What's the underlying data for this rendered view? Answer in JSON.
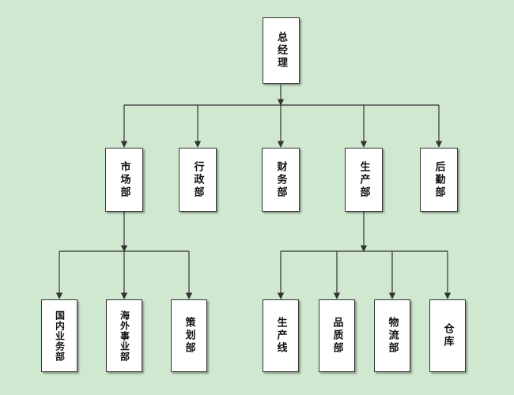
{
  "org": {
    "root": "总经理",
    "departments": [
      "市场部",
      "行政部",
      "财务部",
      "生产部",
      "后勤部"
    ],
    "market_units": [
      "国内业务部",
      "海外事业部",
      "策划部"
    ],
    "production_units": [
      "生产线",
      "品质部",
      "物流部",
      "仓库"
    ]
  },
  "colors": {
    "background": "#cfe8cf",
    "box": "#ffffff",
    "line": "#333333"
  }
}
